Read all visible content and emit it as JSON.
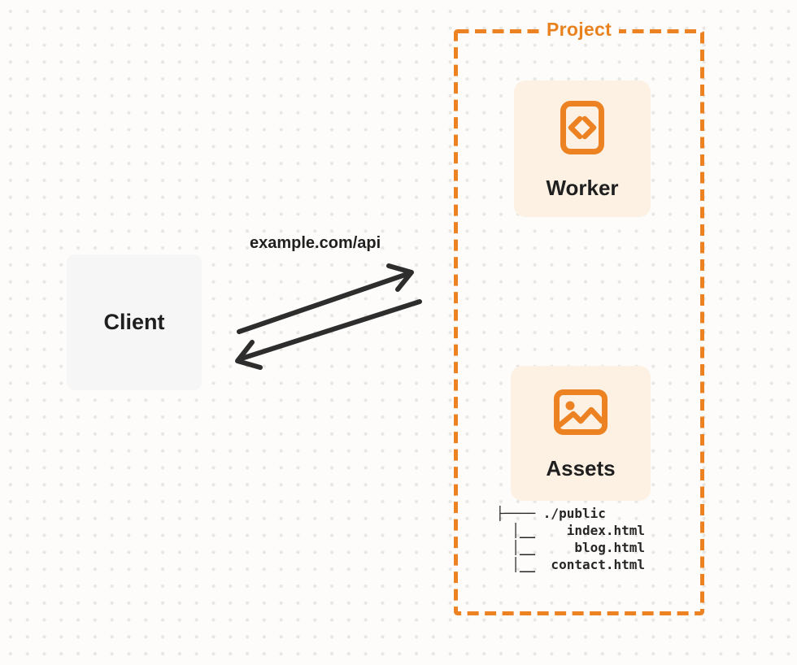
{
  "diagram": {
    "client": {
      "label": "Client"
    },
    "request_label": "example.com/api",
    "project": {
      "label": "Project",
      "nodes": [
        {
          "id": "worker",
          "label": "Worker",
          "icon": "code-file-icon"
        },
        {
          "id": "assets",
          "label": "Assets",
          "icon": "image-icon"
        }
      ],
      "file_tree": {
        "root": "./public",
        "files": [
          "index.html",
          "blog.html",
          "contact.html"
        ],
        "ascii": "├──── ./public\n  │__    index.html\n  │__     blog.html\n  │__  contact.html"
      }
    },
    "colors": {
      "accent_orange": "#ED8222",
      "project_title_orange": "#E8811E",
      "card_background": "#FCF1E3",
      "client_background": "#F6F6F6",
      "arrow_dark": "#2D2D2D",
      "text_dark": "#1F1F1F",
      "page_background": "#FDFCFA",
      "grid_dot": "#E8E6E3"
    }
  }
}
